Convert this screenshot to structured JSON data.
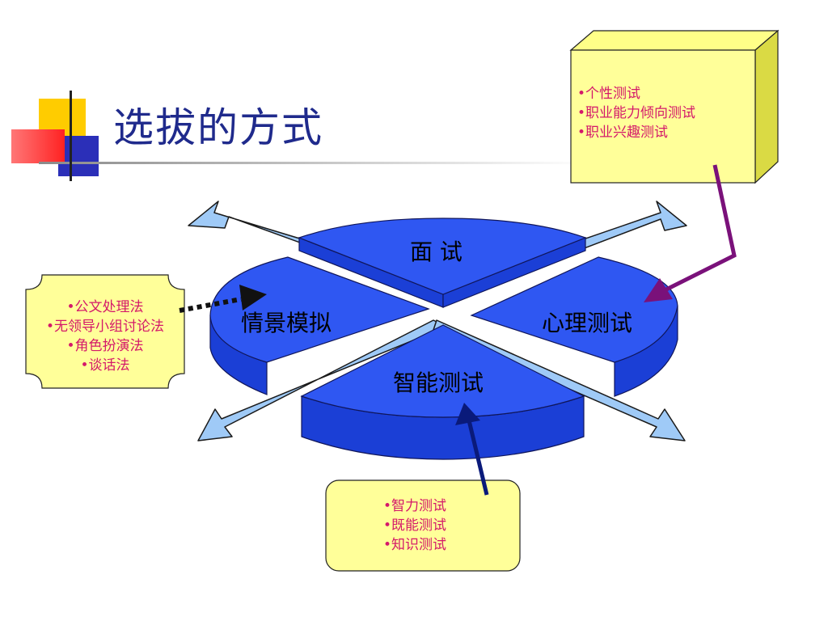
{
  "slide": {
    "title": "选拔的方式"
  },
  "segments": {
    "top": "面  试",
    "left": "情景模拟",
    "right": "心理测试",
    "bottom": "智能测试"
  },
  "notes": {
    "psych": [
      "•个性测试",
      "•职业能力倾向测试",
      "•职业兴趣测试"
    ],
    "scenario": [
      "•公文处理法",
      "•无领导小组讨论法",
      "•角色扮演法",
      "•谈话法"
    ],
    "intelligence": [
      "•智力测试",
      "•既能测试",
      "•知识测试"
    ]
  },
  "colors": {
    "title": "#1f2a8c",
    "segment_face": "#2f57f2",
    "segment_side": "#1b3fd6",
    "arrow_fill": "#9fcaf7",
    "note_fill": "#ffff99",
    "note_text": "#d4186a",
    "connector_purple": "#7a117a",
    "connector_navy": "#0a1a7a"
  }
}
